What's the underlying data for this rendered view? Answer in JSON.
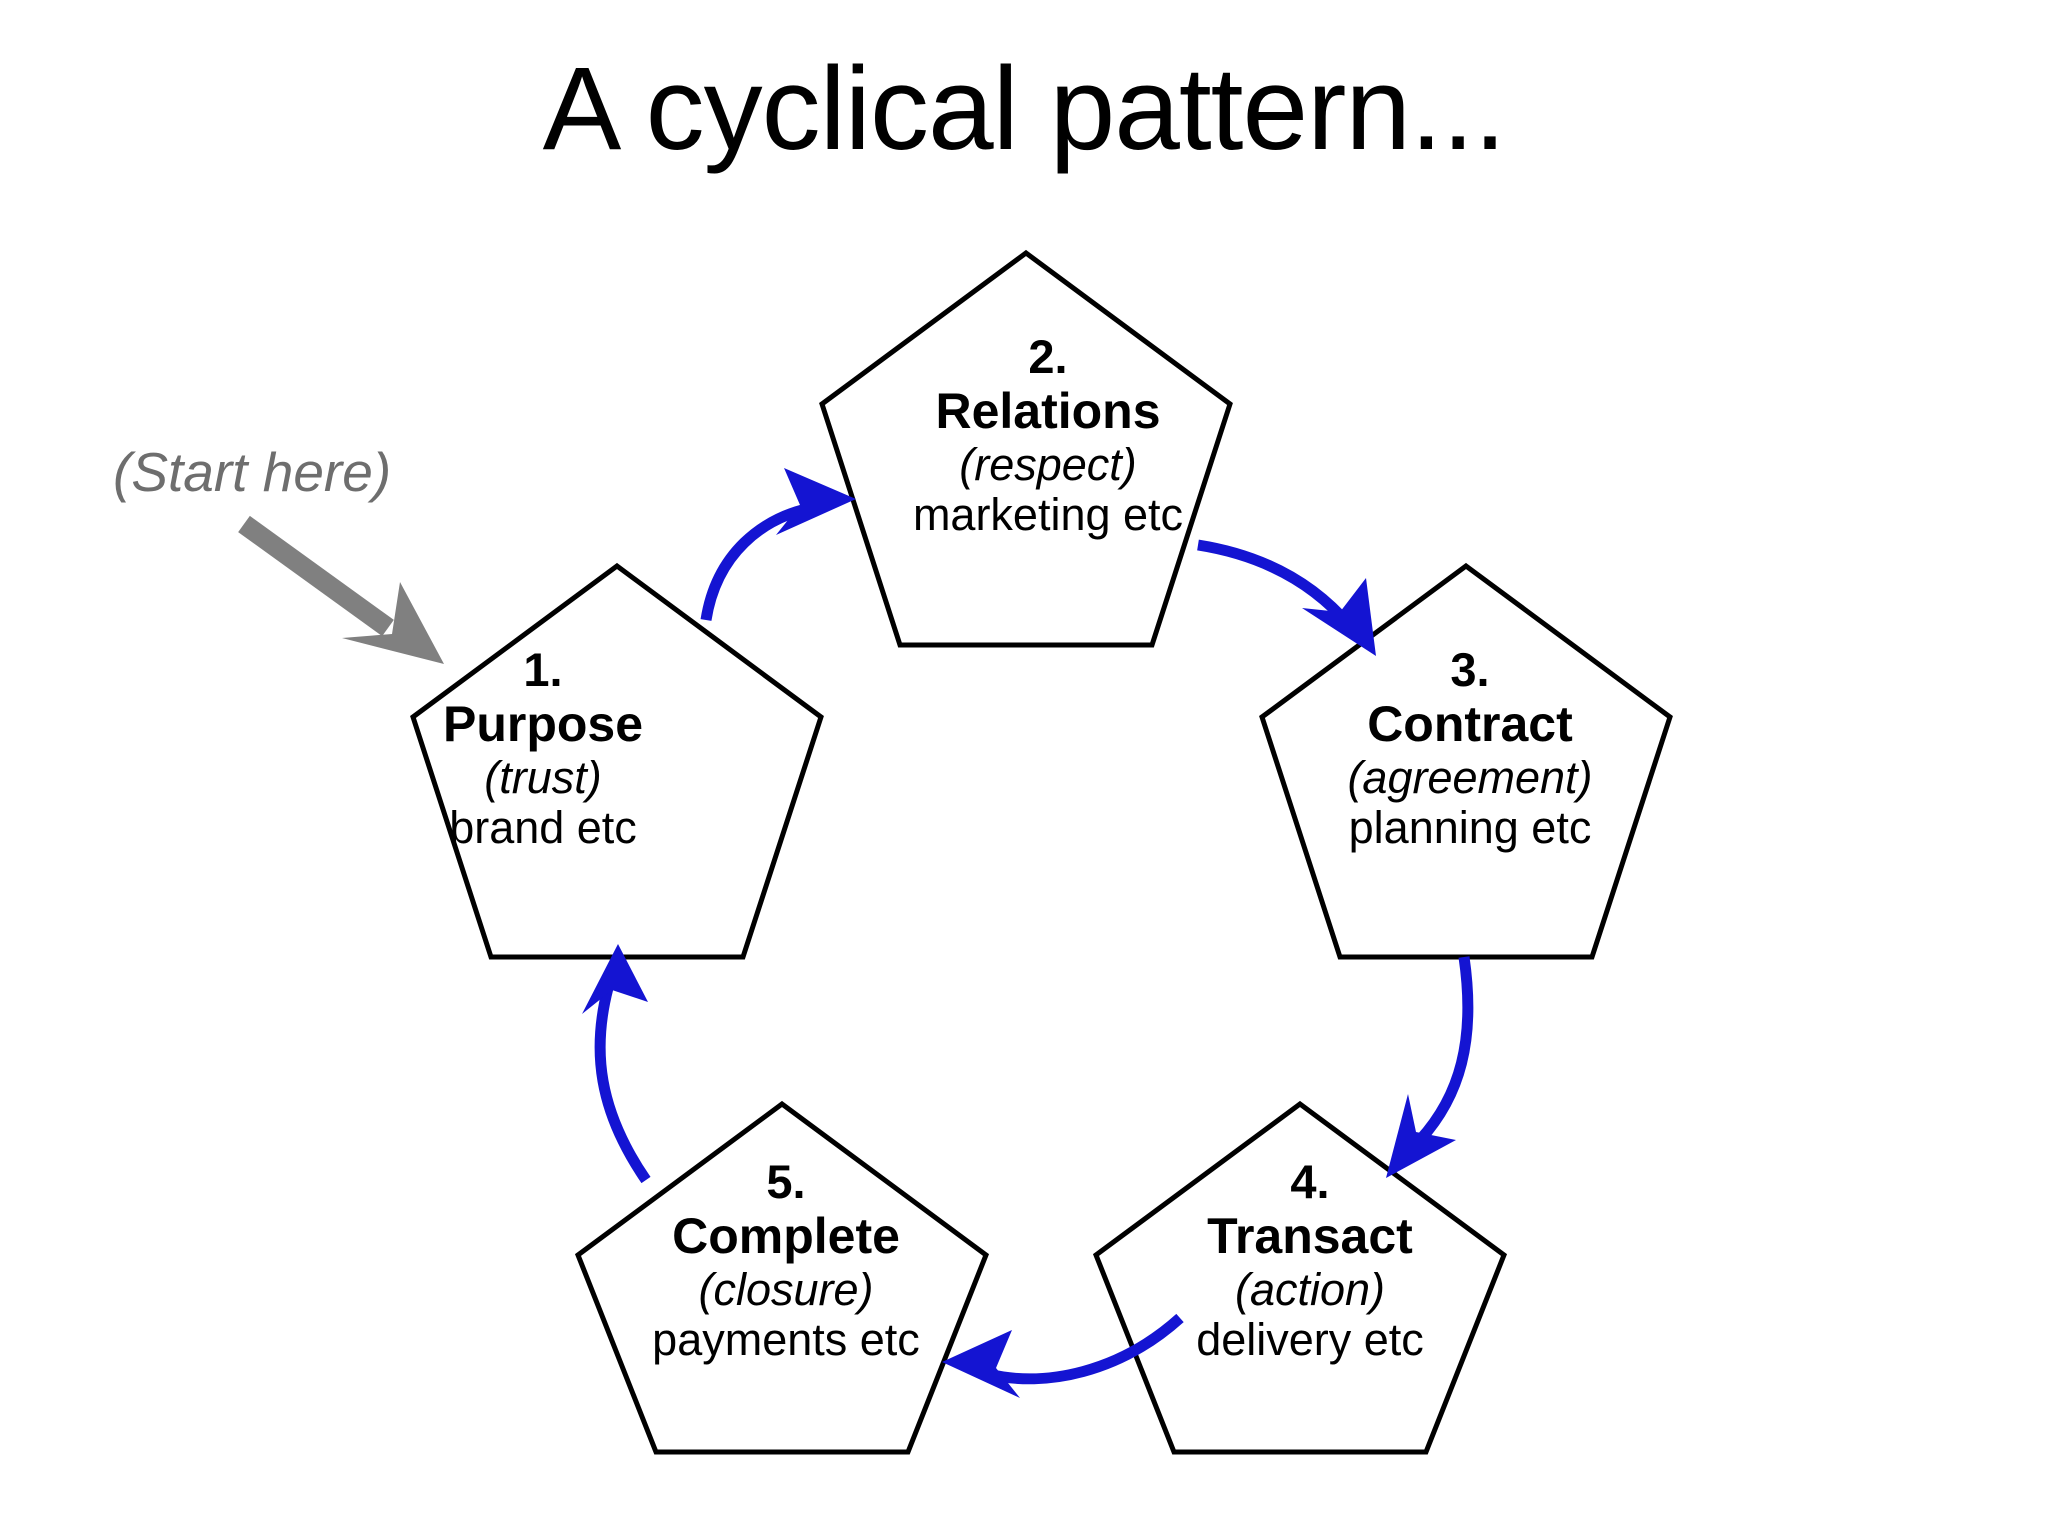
{
  "slide": {
    "title": "A cyclical pattern...",
    "background_color": "#ffffff"
  },
  "colors": {
    "outline": "#000000",
    "arrow_blue": "#1414d2",
    "start_gray": "#808080",
    "start_text_gray": "#6e6e6e",
    "node_fill": "#ffffff"
  },
  "annotation": {
    "start_here": "(Start here)",
    "start_arrow_icon": "arrow-down-right-icon"
  },
  "diagram": {
    "type": "cycle",
    "shape": "pentagon",
    "node_count": 5,
    "direction": "clockwise",
    "nodes": [
      {
        "number": "1.",
        "title": "Purpose",
        "subtitle": "(trust)",
        "detail": "brand etc"
      },
      {
        "number": "2.",
        "title": "Relations",
        "subtitle": "(respect)",
        "detail": "marketing etc"
      },
      {
        "number": "3.",
        "title": "Contract",
        "subtitle": "(agreement)",
        "detail": "planning etc"
      },
      {
        "number": "4.",
        "title": "Transact",
        "subtitle": "(action)",
        "detail": "delivery etc"
      },
      {
        "number": "5.",
        "title": "Complete",
        "subtitle": "(closure)",
        "detail": "payments etc"
      }
    ],
    "connectors": [
      {
        "from": "1. Purpose",
        "to": "2. Relations",
        "icon": "curved-arrow-icon"
      },
      {
        "from": "2. Relations",
        "to": "3. Contract",
        "icon": "curved-arrow-icon"
      },
      {
        "from": "3. Contract",
        "to": "4. Transact",
        "icon": "curved-arrow-icon"
      },
      {
        "from": "4. Transact",
        "to": "5. Complete",
        "icon": "curved-arrow-icon"
      },
      {
        "from": "5. Complete",
        "to": "1. Purpose",
        "icon": "curved-arrow-icon"
      }
    ]
  }
}
